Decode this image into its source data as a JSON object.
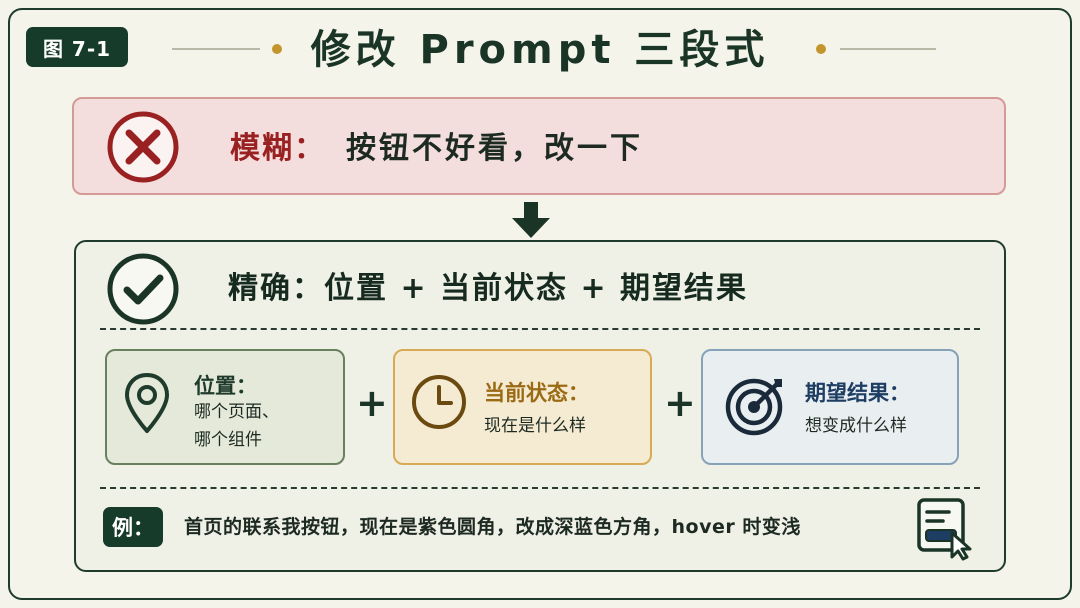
{
  "figure_tag": "图 7-1",
  "title": "修改 Prompt 三段式",
  "vague": {
    "label": "模糊：",
    "text": "按钮不好看，改一下",
    "icon": "x-circle-icon",
    "color": "#9a2121"
  },
  "flow_icon": "down-arrow-icon",
  "precise": {
    "title": "精确：位置 + 当前状态 + 期望结果",
    "icon": "check-circle-icon",
    "cards": [
      {
        "title": "位置：",
        "desc": [
          "哪个页面、",
          "哪个组件"
        ],
        "icon": "location-pin-icon",
        "color": "#1f3b2c"
      },
      {
        "title": "当前状态：",
        "desc": [
          "现在是什么样"
        ],
        "icon": "clock-icon",
        "color": "#9a6a14"
      },
      {
        "title": "期望结果：",
        "desc": [
          "想变成什么样"
        ],
        "icon": "target-icon",
        "color": "#1d3d63"
      }
    ],
    "plus": "+",
    "example": {
      "tag": "例：",
      "text": "首页的联系我按钮，现在是紫色圆角，改成深蓝色方角，hover 时变浅",
      "icon": "ui-button-cursor-icon"
    }
  }
}
